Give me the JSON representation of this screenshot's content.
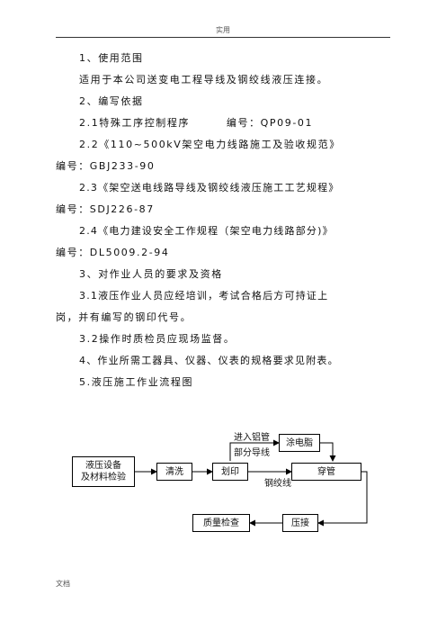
{
  "header": {
    "title": "实用"
  },
  "paragraphs": [
    "1、使用范围",
    "适用于本公司送变电工程导线及钢绞线液压连接。",
    "2、编写依据",
    "2.1特殊工序控制程序        编号：QP09-01",
    "2.2《110~500kV架空电力线路施工及验收规范》",
    "编号：GBJ233-90",
    "2.3《架空送电线路导线及钢绞线液压施工工艺规程》",
    "编号：SDJ226-87",
    "2.4《电力建设安全工作规程（架空电力线路部分)》",
    "编号：DL5009.2-94",
    "3、对作业人员的要求及资格",
    "3.1液压作业人员应经培训，考试合格后方可持证上",
    "岗，并有编写的钢印代号。",
    "3.2操作时质检员应现场监督。",
    "4、作业所需工器具、仪器、仪表的规格要求见附表。",
    "5.液压施工作业流程图"
  ],
  "flowchart": {
    "boxes": {
      "equipment": "液压设备\n及材料检验",
      "clean": "清洗",
      "mark": "划印",
      "grease": "涂电脂",
      "thread": "穿管",
      "press": "压接",
      "quality": "质量检查"
    },
    "labels": {
      "aluminum_in": "进入铝管",
      "partial_wire": "部分导线",
      "steel_strand": "钢绞线"
    }
  },
  "footer": {
    "text": "文档"
  }
}
